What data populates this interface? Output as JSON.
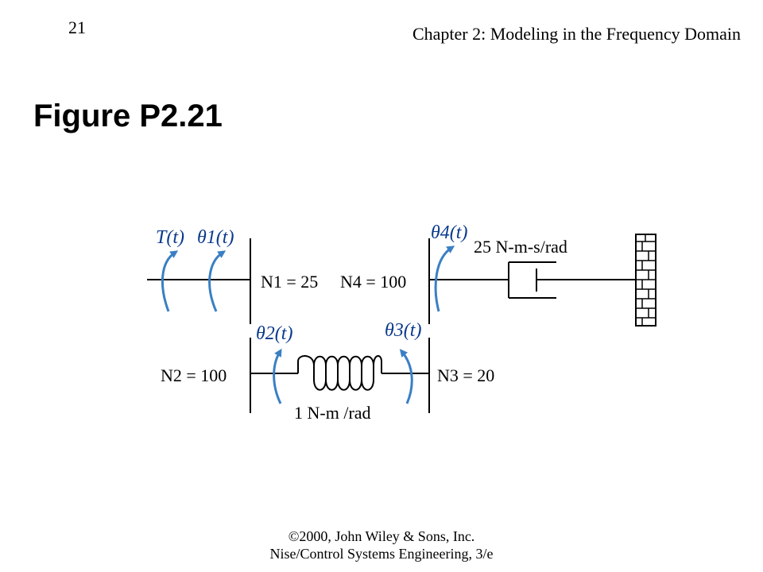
{
  "header": {
    "page_number": "21",
    "chapter_title": "Chapter 2: Modeling in the Frequency Domain"
  },
  "figure": {
    "title": "Figure P2.21"
  },
  "diagram": {
    "torque_label": "T(t)",
    "theta1_label": "θ1(t)",
    "theta2_label": "θ2(t)",
    "theta3_label": "θ3(t)",
    "theta4_label": "θ4(t)",
    "n1_label": "N1 = 25",
    "n2_label": "N2 = 100",
    "n3_label": "N3 = 20",
    "n4_label": "N4 = 100",
    "damper_label": "25 N-m-s/rad",
    "spring_label": "1 N-m /rad",
    "colors": {
      "arrow": "#3a7fc4",
      "line": "#000000"
    }
  },
  "footer": {
    "copyright": "©2000, John Wiley & Sons, Inc.",
    "book": "Nise/Control Systems Engineering, 3/e"
  }
}
